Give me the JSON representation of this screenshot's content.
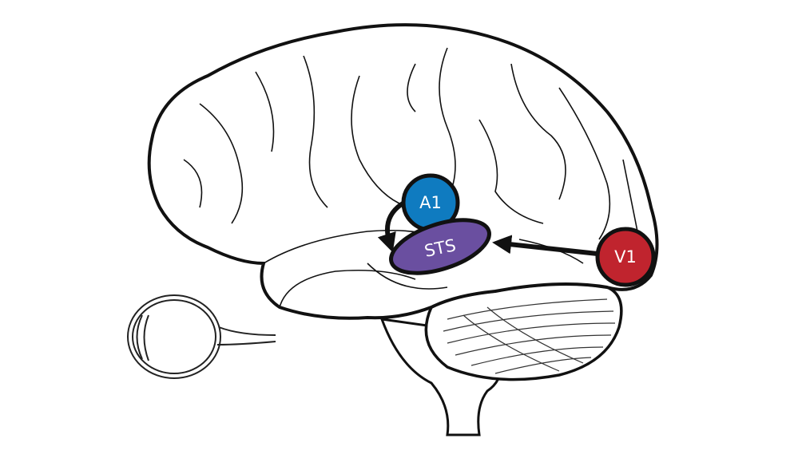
{
  "regions": [
    {
      "id": "a1",
      "label": "A1",
      "color": "#0f7bc0"
    },
    {
      "id": "sts",
      "label": "STS",
      "color": "#6a4fa0"
    },
    {
      "id": "v1",
      "label": "V1",
      "color": "#c0242e"
    }
  ],
  "connections": [
    {
      "from": "A1",
      "to": "STS"
    },
    {
      "from": "V1",
      "to": "STS"
    }
  ]
}
